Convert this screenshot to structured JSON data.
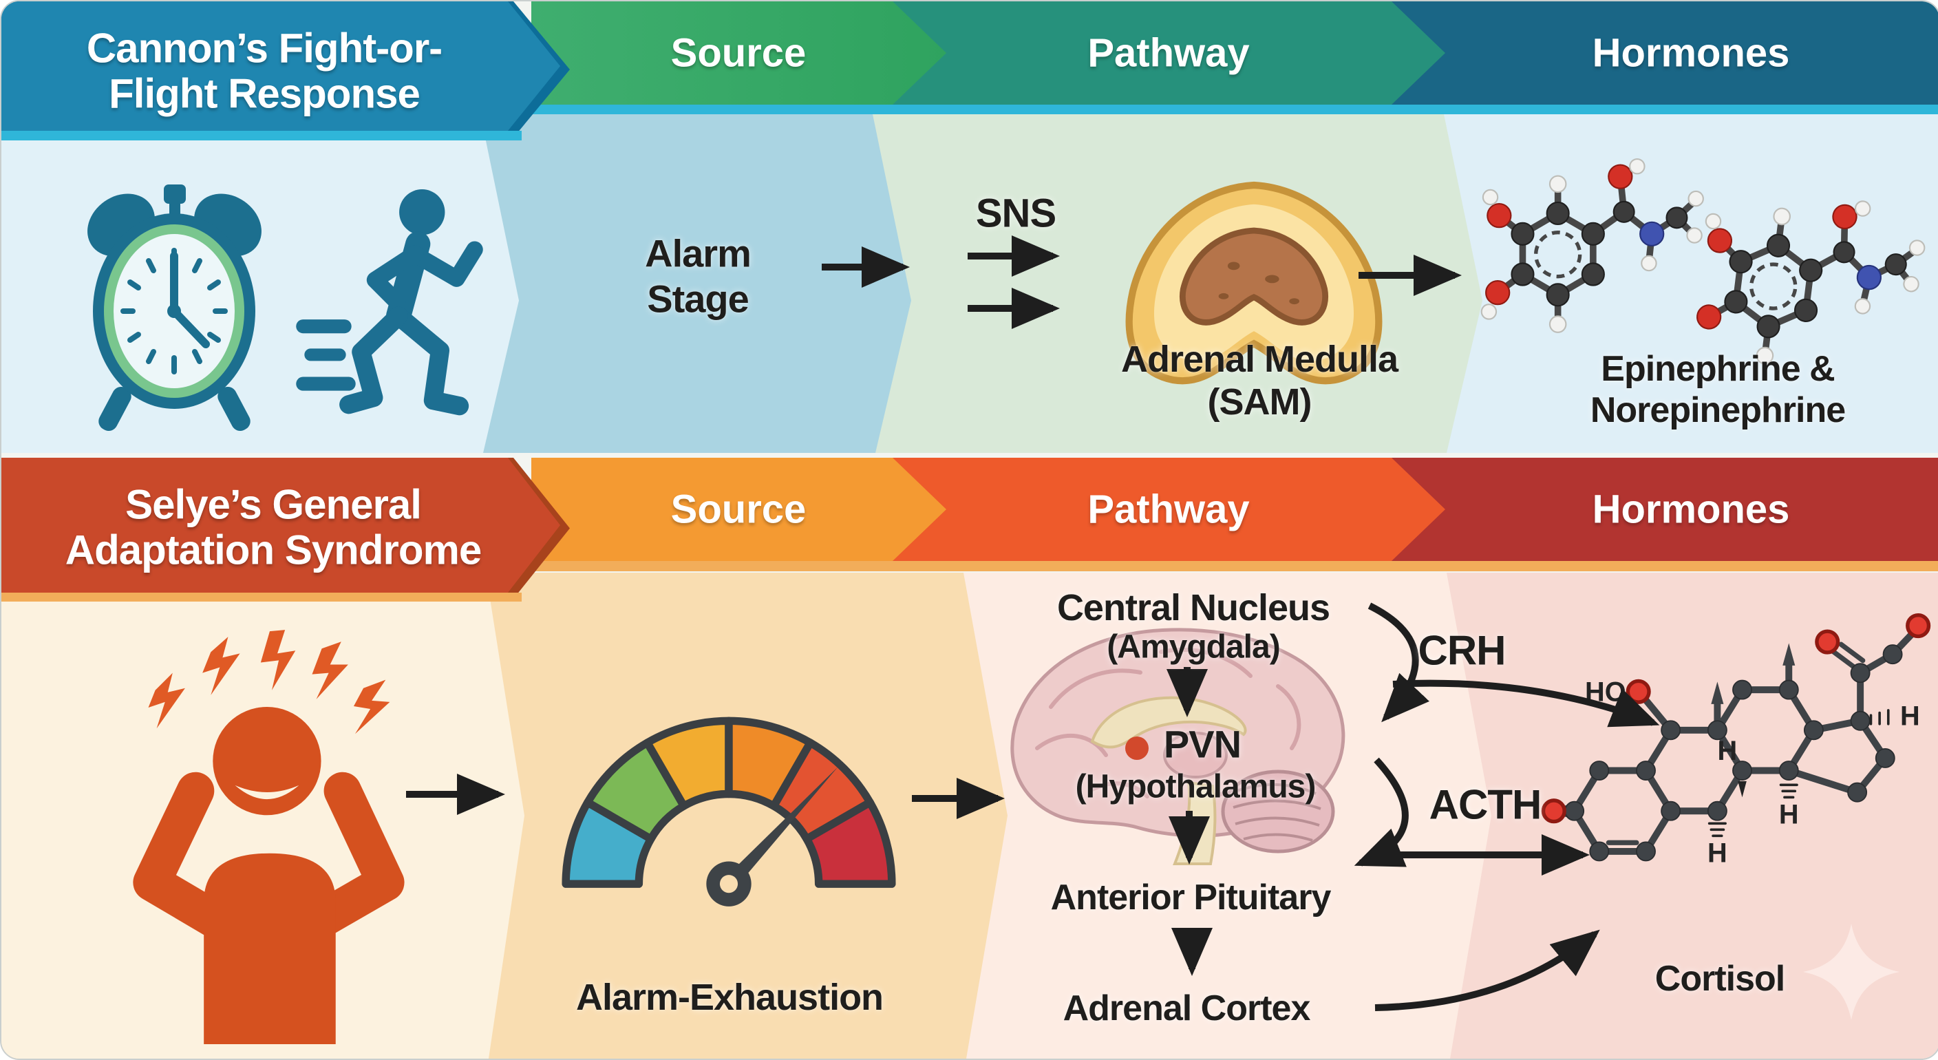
{
  "cannon": {
    "title_line1": "Cannon’s Fight-or-",
    "title_line2": "Flight Response",
    "header_source": "Source",
    "header_pathway": "Pathway",
    "header_hormones": "Hormones",
    "source_stage_line1": "Alarm",
    "source_stage_line2": "Stage",
    "pathway_system": "SNS",
    "pathway_organ_line1": "Adrenal Medulla",
    "pathway_organ_line2": "(SAM)",
    "hormones_line1": "Epinephrine &",
    "hormones_line2": "Norepinephrine"
  },
  "selye": {
    "title_line1": "Selye’s General",
    "title_line2": "Adaptation Syndrome",
    "header_source": "Source",
    "header_pathway": "Pathway",
    "header_hormones": "Hormones",
    "source_gauge_label": "Alarm-Exhaustion",
    "pathway_node1_line1": "Central Nucleus",
    "pathway_node1_line2": "(Amygdala)",
    "pathway_node2_line1": "PVN",
    "pathway_node2_line2": "(Hypothalamus)",
    "pathway_node3": "Anterior Pituitary",
    "pathway_node4": "Adrenal Cortex",
    "signal_crh": "CRH",
    "signal_acth": "ACTH",
    "hormone_label": "Cortisol"
  },
  "atom_labels": {
    "ho": "HO",
    "h": "H"
  },
  "icons": [
    "alarm-clock-icon",
    "running-person-icon",
    "right-arrow-icon",
    "adrenal-medulla-icon",
    "molecule-epinephrine-icon",
    "molecule-norepinephrine-icon",
    "stressed-person-icon",
    "lightning-bolt-icon",
    "stress-gauge-icon",
    "brain-icon",
    "pvn-dot",
    "cortisol-structure-icon",
    "sparkle-icon"
  ],
  "colors": {
    "cannon_title": "#1f86b0",
    "cannon_source": "#35a768",
    "cannon_pathway": "#26917c",
    "cannon_hormones": "#1a6686",
    "cyan_strip": "#2fb6d9",
    "cannon_bg_icons": "#e1f1f8",
    "cannon_bg_source": "#aad4e2",
    "cannon_bg_pathway": "#d9e9d8",
    "cannon_bg_hormones": "#dfeff7",
    "selye_title": "#c9492a",
    "selye_source": "#f49a32",
    "selye_pathway": "#ee5a2b",
    "selye_hormones": "#b23430",
    "orange_strip": "#f2ad5a",
    "selye_bg_icons": "#fcf2df",
    "selye_bg_source": "#f9ddb1",
    "selye_bg_pathway": "#fdece3",
    "selye_bg_hormones": "#f7dad3",
    "icon_teal": "#1c6f8f",
    "icon_orange": "#d5511f",
    "gauge_segments": [
      "#45aecb",
      "#7cb956",
      "#f2ac30",
      "#ef8b28",
      "#e35331",
      "#c9303c"
    ],
    "atom_oxygen": "#d43026",
    "atom_nitrogen": "#4053b0",
    "atom_carbon": "#3b3b3b",
    "arrow": "#1e1e1e"
  }
}
